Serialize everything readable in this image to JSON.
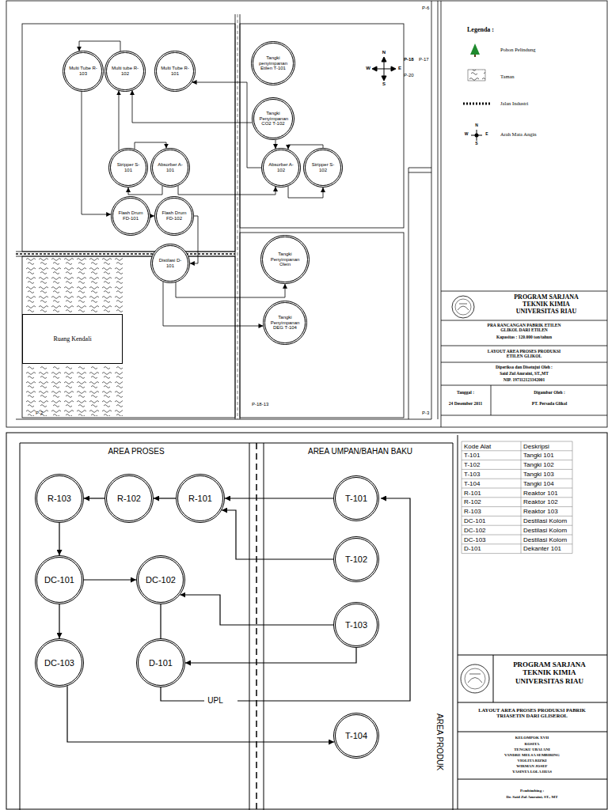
{
  "diagram": {
    "nodes": [
      {
        "text": [
          "Multi Tube R-103"
        ]
      },
      {
        "text": [
          "Multi tube R-102"
        ]
      },
      {
        "text": [
          "Multi Tube R-101"
        ]
      },
      {
        "text": [
          "Tangki penyimpanan Etilen T-101"
        ]
      },
      {
        "text": [
          "Tangki Penyimpanan CO2 T-102"
        ]
      },
      {
        "text": [
          "Stripper S-101"
        ]
      },
      {
        "text": [
          "Absorber A-101"
        ]
      },
      {
        "text": [
          "Absorber A-102"
        ]
      },
      {
        "text": [
          "Stripper S-102"
        ]
      },
      {
        "text": [
          "Flash Drum FD-101"
        ]
      },
      {
        "text": [
          "Flash Drum FD-102"
        ]
      },
      {
        "text": [
          "Distilasi D-101"
        ]
      },
      {
        "text": [
          "Tangki Penyimpanan Olein"
        ]
      },
      {
        "text": [
          "Ruang Kendali"
        ]
      },
      {
        "text": [
          "Tangki Penyimpanan DEG T-104"
        ]
      },
      {
        "text": [
          "R-103"
        ]
      },
      {
        "text": [
          "R-102"
        ]
      },
      {
        "text": [
          "R-101"
        ]
      },
      {
        "text": [
          "T-101"
        ]
      },
      {
        "text": [
          "DC-101"
        ]
      },
      {
        "text": [
          "DC-102"
        ]
      },
      {
        "text": [
          "T-102"
        ]
      },
      {
        "text": [
          "T-103"
        ]
      },
      {
        "text": [
          "DC-103"
        ]
      },
      {
        "text": [
          "D-101"
        ]
      },
      {
        "text": [
          "T-104"
        ]
      }
    ],
    "edges": [
      {
        "from": 1,
        "to": 0,
        "arrow": "to"
      },
      {
        "from": 0,
        "to": 9,
        "arrow": "to"
      },
      {
        "from": 5,
        "to": 1,
        "arrow": "to"
      },
      {
        "from": 4,
        "to": 1,
        "arrow": "to"
      },
      {
        "from": 7,
        "to": 2,
        "arrow": "to"
      },
      {
        "from": 4,
        "to": 7,
        "arrow": "to"
      },
      {
        "from": 5,
        "to": 6,
        "arrow": "to"
      },
      {
        "from": 6,
        "to": 5,
        "arrow": "to"
      },
      {
        "from": 6,
        "to": 7,
        "arrow": "to"
      },
      {
        "from": 8,
        "to": 7,
        "arrow": "to"
      },
      {
        "from": 7,
        "to": 8,
        "arrow": "to"
      },
      {
        "from": 9,
        "to": 10,
        "arrow": "to"
      },
      {
        "from": 10,
        "to": 11,
        "arrow": "to"
      },
      {
        "from": 11,
        "to": 12,
        "arrow": "to"
      },
      {
        "from": 11,
        "to": 14,
        "arrow": "to"
      },
      {
        "from": 17,
        "to": 16,
        "arrow": "to"
      },
      {
        "from": 16,
        "to": 15,
        "arrow": "to"
      },
      {
        "from": 15,
        "to": 19,
        "arrow": "to"
      },
      {
        "from": 19,
        "to": 20,
        "arrow": "to"
      },
      {
        "from": 19,
        "to": 23,
        "arrow": "to"
      },
      {
        "from": 20,
        "to": 24,
        "arrow": "none"
      },
      {
        "from": 18,
        "to": 17,
        "arrow": "to"
      },
      {
        "from": 21,
        "to": 17,
        "arrow": "to"
      },
      {
        "from": 22,
        "to": 20,
        "arrow": "to"
      },
      {
        "from": 22,
        "to": 24,
        "arrow": "to"
      },
      {
        "from": 23,
        "to": 25,
        "arrow": "to"
      }
    ],
    "labels": [
      "P-6",
      "P-18",
      "P-17",
      "P-20",
      "N",
      "W",
      "E",
      "S",
      "P-2",
      "P-18-13",
      "P-3",
      "Legenda :",
      "N",
      "W",
      "E",
      "S",
      "PROGRAM SARJANA TEKNIK KIMIA UNIVERSITAS RIAU",
      "PRA RANCANGAN PABRIK ETILEN GLIKOL DARI ETILEN",
      "Kapasitas : 120.000 ton/tahun",
      "LAYOUT AREA PROSES PRODUKSI ETILEN GLIKOL",
      "Diperiksa dan Disetujui Oleh :",
      "Said Zul Amraini, ST.,MT",
      "NIP. 197112123342001",
      "Tanggal :",
      "24 Desember 2011",
      "Digambar Oleh :",
      "PT. Persada Glikol",
      "AREA PROSES",
      "AREA UMPAN/BAHAN BAKU",
      "UPL",
      "AREA PRODUK",
      "Kode Alat",
      "Deskripsi",
      "T-101",
      "Tangki 101",
      "T-102",
      "Tangki 102",
      "T-103",
      "Tangki 103",
      "T-104",
      "Tangki 104",
      "R-101",
      "Reaktor 101",
      "R-102",
      "Reaktor 102",
      "R-103",
      "Reaktor 103",
      "DC-101",
      "Destilasi Kolom",
      "DC-102",
      "Destilasi Kolom",
      "DC-103",
      "Destilasi Kolom",
      "D-101",
      "Dekanter 101",
      "PROGRAM SARJANA TEKNIK KIMIA UNIVERSITAS RIAU",
      "LAYOUT AREA PROSES PRODUKSI PABRIK TRIASETIN DARI GLISEROL",
      "KELOMPOK XVII",
      "ROSITA",
      "TENGKU UBAI ANI",
      "VANDRE MELSA SEMBIRING",
      "VIOLITA RIZKI",
      "WIRMAN JOSEF",
      "YASINTA LOLA HIAS",
      "Pembimbing :",
      "Dr. Said Zul Amraini, ST., MT"
    ],
    "legend": [
      {
        "text": "Pohon Pelindung"
      },
      {
        "text": "Taman"
      },
      {
        "text": "Jalan Industri"
      },
      {
        "text": "Arah Mata Angin"
      }
    ]
  }
}
